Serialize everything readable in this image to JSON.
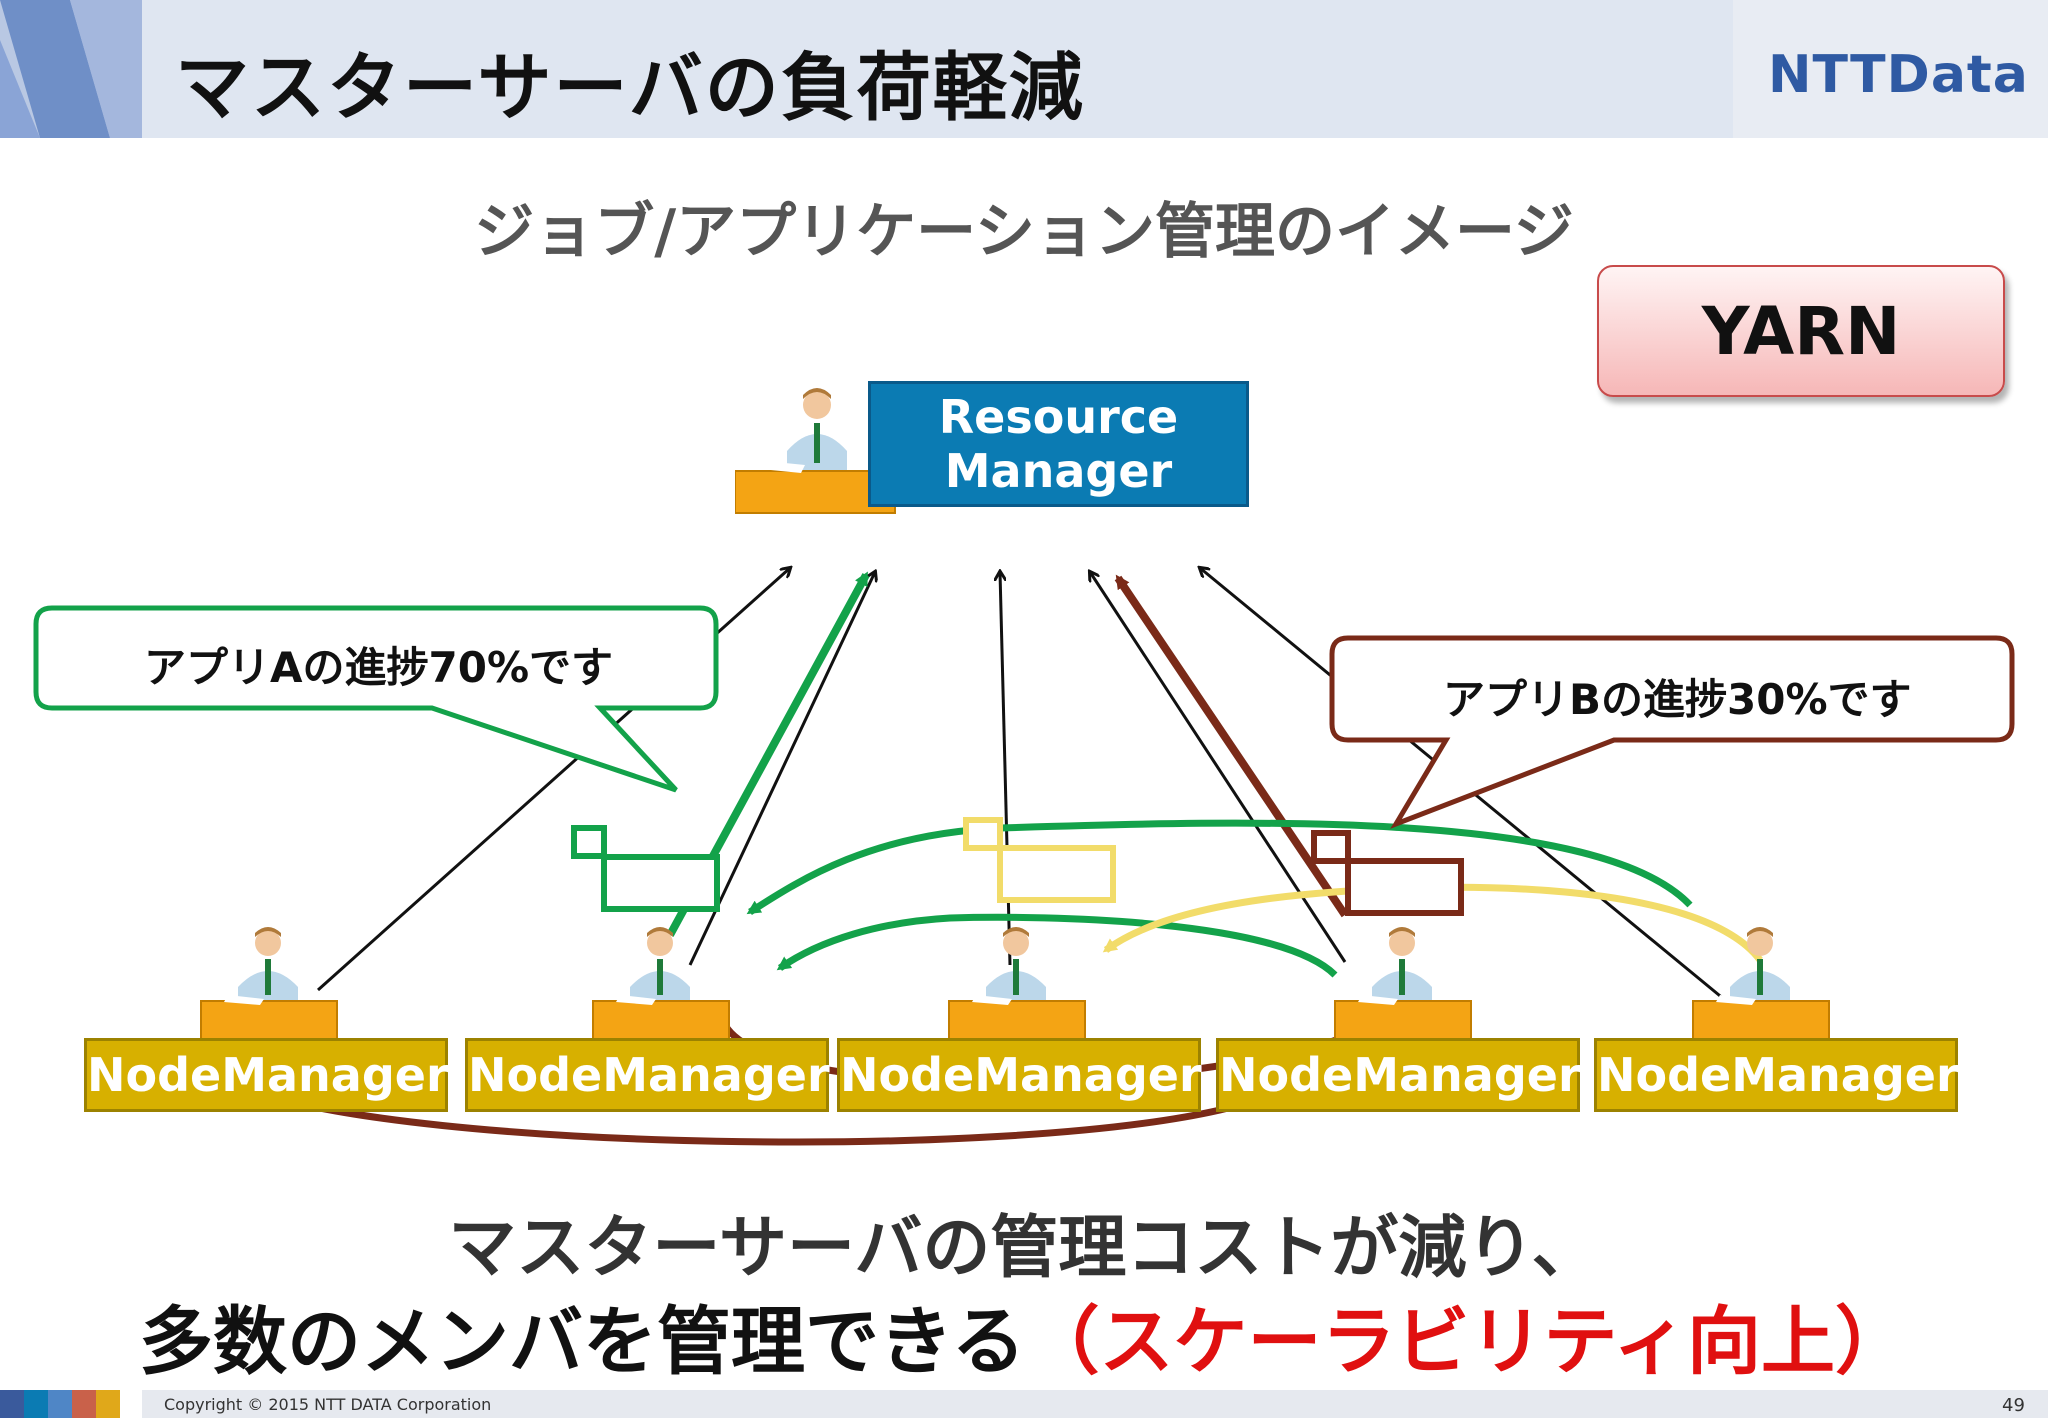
{
  "slide": {
    "title": "マスターサーバの負荷軽減",
    "logo_text": "NTTData",
    "subtitle": "ジョブ/アプリケーション管理のイメージ",
    "badge": "YARN",
    "resource_manager": {
      "line1": "Resource",
      "line2": "Manager"
    },
    "node_managers": [
      "NodeManager",
      "NodeManager",
      "NodeManager",
      "NodeManager",
      "NodeManager"
    ],
    "bubble_a": "アプリAの進捗70%です",
    "bubble_b": "アプリBの進捗30%です",
    "conclusion_line1": "マスターサーバの管理コストが減り、",
    "conclusion_line2_black": "多数のメンバを管理できる",
    "conclusion_line2_red": "（スケーラビリティ向上）",
    "copyright": "Copyright © 2015 NTT DATA Corporation",
    "page_number": "49"
  },
  "colors": {
    "app_a": "#13a24a",
    "app_b": "#7a2a18",
    "app_c": "#f2dc6a",
    "resource_manager": "#0b7bb3",
    "node_manager": "#d7b000",
    "accent_red": "#e01010",
    "logo": "#2f5aa3"
  },
  "icons": {
    "worker": "person-at-desk-icon"
  }
}
